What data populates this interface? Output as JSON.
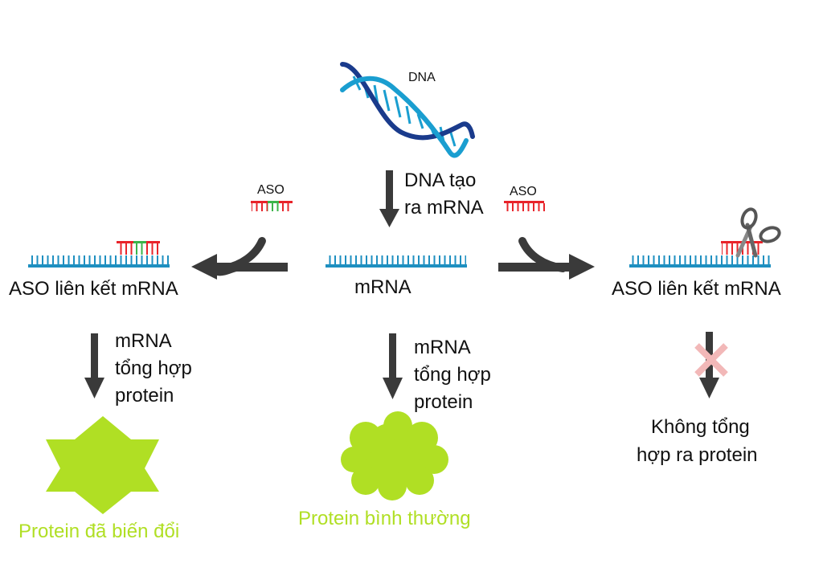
{
  "colors": {
    "strand": "#1e8fc0",
    "aso_red": "#e8242a",
    "aso_green": "#3bb54a",
    "arrow": "#3a3a3a",
    "protein_green": "#b0df24",
    "cross": "#f2b8b8",
    "dna_dark": "#1a3b8c",
    "dna_light": "#1a9ed0"
  },
  "dna": {
    "label": "DNA",
    "icon": "dna-helix-icon"
  },
  "center": {
    "transcription_label_line1": "DNA tạo",
    "transcription_label_line2": "ra mRNA",
    "mrna_label": "mRNA",
    "synthesis_line1": "mRNA",
    "synthesis_line2": "tổng hợp",
    "synthesis_line3": "protein",
    "protein_label": "Protein bình thường",
    "protein_icon": "cloud-protein-icon"
  },
  "left": {
    "aso_label": "ASO",
    "bound_label": "ASO liên kết mRNA",
    "synthesis_line1": "mRNA",
    "synthesis_line2": "tổng hợp",
    "synthesis_line3": "protein",
    "protein_label": "Protein đã biến đổi",
    "protein_icon": "star-protein-icon"
  },
  "right": {
    "aso_label": "ASO",
    "bound_label": "ASO liên kết mRNA",
    "result_line1": "Không tổng",
    "result_line2": "hợp ra protein",
    "cut_icon": "scissors-icon",
    "block_icon": "cross-icon"
  }
}
